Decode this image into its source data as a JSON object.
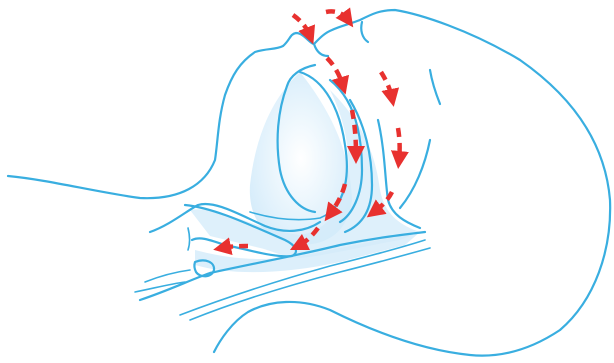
{
  "diagram": {
    "colors": {
      "outline": "#39aee0",
      "airway_fill": "#d3ebfa",
      "airflow_arrow": "#e8312f",
      "background": "#ffffff"
    },
    "airflow_arrows": [
      {
        "name": "airflow-arrow-nose-1"
      },
      {
        "name": "airflow-arrow-nose-2"
      },
      {
        "name": "airflow-arrow-nasopharynx"
      },
      {
        "name": "airflow-arrow-nasal-cavity"
      },
      {
        "name": "airflow-arrow-oropharynx"
      },
      {
        "name": "airflow-arrow-pharynx-back"
      },
      {
        "name": "airflow-arrow-hypopharynx"
      },
      {
        "name": "airflow-arrow-lower-pharynx"
      },
      {
        "name": "airflow-arrow-larynx"
      },
      {
        "name": "airflow-arrow-trachea"
      }
    ]
  }
}
